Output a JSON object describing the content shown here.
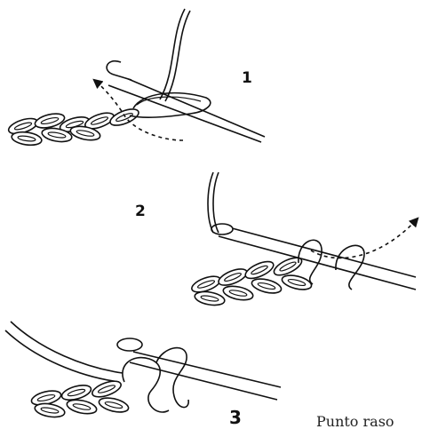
{
  "steps": [
    {
      "number": "1"
    },
    {
      "number": "2"
    },
    {
      "number": "3"
    }
  ],
  "caption": "Punto raso",
  "colors": {
    "line": "#111111",
    "background": "#ffffff"
  }
}
